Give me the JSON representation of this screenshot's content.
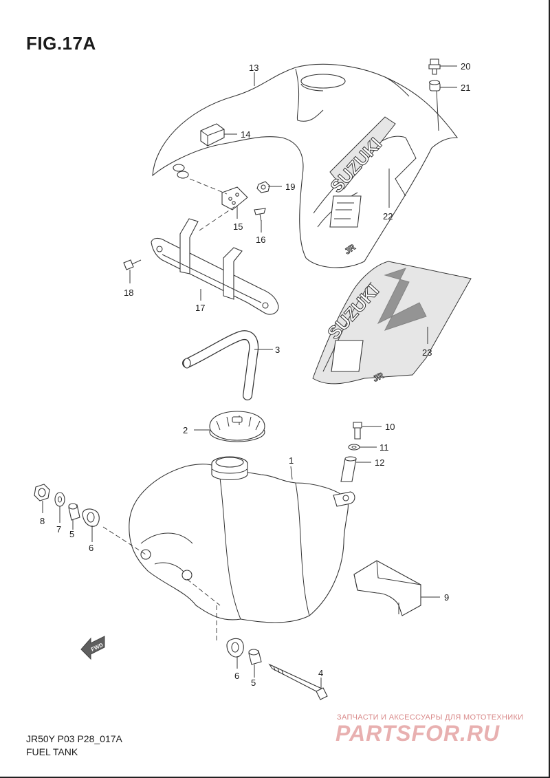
{
  "figure": {
    "title": "FIG.17A",
    "code": "JR50Y P03 P28_017A",
    "name": "FUEL TANK"
  },
  "decal_text": {
    "brand": "SUZUKI",
    "model": "JR"
  },
  "watermark": {
    "tagline": "ЗАПЧАСТИ И АКСЕССУАРЫ ДЛЯ МОТОТЕХНИКИ",
    "logo": "PARTSFOR.RU"
  },
  "fwd_label": "FWD",
  "callouts": [
    "1",
    "2",
    "3",
    "4",
    "5",
    "5",
    "6",
    "6",
    "7",
    "8",
    "9",
    "10",
    "11",
    "12",
    "13",
    "14",
    "15",
    "16",
    "17",
    "18",
    "19",
    "20",
    "21",
    "22",
    "23"
  ]
}
